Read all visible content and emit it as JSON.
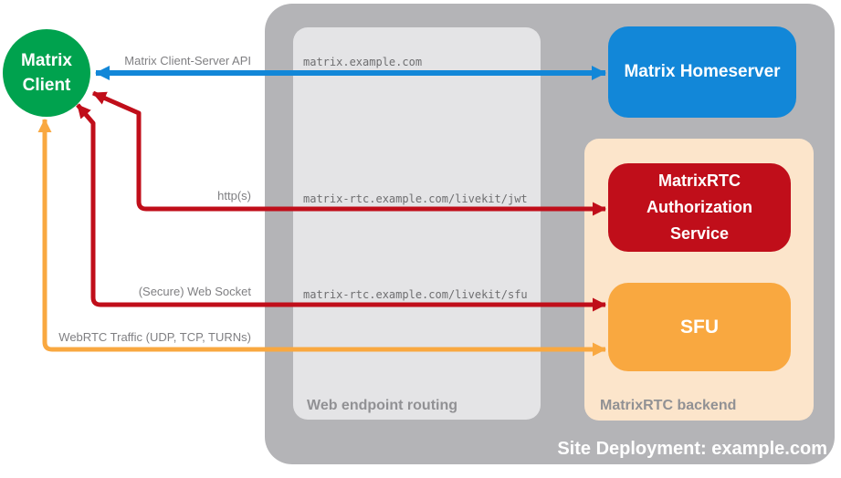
{
  "diagram": {
    "type": "architecture-diagram",
    "background": "#ffffff"
  },
  "colors": {
    "client_green": "#00a24e",
    "homeserver_blue": "#1287d8",
    "auth_red": "#c00e1a",
    "sfu_orange": "#f9a840",
    "backend_peach": "#fce5cb",
    "site_gray": "#b4b4b7",
    "routing_gray": "#e4e4e6",
    "label_gray": "#7f7f82"
  },
  "nodes": {
    "matrix_client": {
      "label": "Matrix\nClient"
    },
    "matrix_homeserver": {
      "label": "Matrix Homeserver"
    },
    "matrixrtc_authorization_service": {
      "label": "MatrixRTC\nAuthorization\nService"
    },
    "sfu": {
      "label": "SFU"
    }
  },
  "regions": {
    "site_deployment": {
      "label": "Site Deployment: example.com"
    },
    "web_endpoint_routing": {
      "label": "Web endpoint routing"
    },
    "matrixrtc_backend": {
      "label": "MatrixRTC backend"
    }
  },
  "connections": [
    {
      "label": "Matrix Client-Server API",
      "endpoint": "matrix.example.com",
      "from": "Matrix Client",
      "to": "Matrix Homeserver",
      "color": "#1287d8",
      "bidirectional": true
    },
    {
      "label": "http(s)",
      "endpoint": "matrix-rtc.example.com/livekit/jwt",
      "from": "Matrix Client",
      "to": "MatrixRTC Authorization Service",
      "color": "#c00e1a",
      "bidirectional": true
    },
    {
      "label": "(Secure) Web Socket",
      "endpoint": "matrix-rtc.example.com/livekit/sfu",
      "from": "Matrix Client",
      "to": "SFU",
      "color": "#c00e1a",
      "bidirectional": true
    },
    {
      "label": "WebRTC Traffic (UDP, TCP, TURNs)",
      "endpoint": "",
      "from": "Matrix Client",
      "to": "SFU",
      "color": "#f9a840",
      "bidirectional": true
    }
  ]
}
